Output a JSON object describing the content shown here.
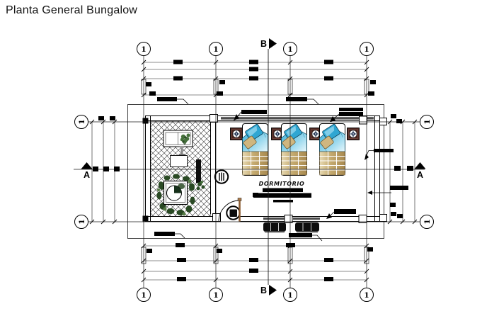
{
  "title": "Planta General Bungalow",
  "plan": {
    "room_label": "DORMITORIO",
    "markers": {
      "bubble_label": "1",
      "section_a": "A",
      "section_b": "B"
    },
    "furniture": {
      "beds": 3,
      "nightstands": 4,
      "outdoor_benches": 2,
      "planters": 2,
      "jacuzzi": 1
    },
    "colors": {
      "line_black": "#000000",
      "bed_blanket_blue": "#45b4da",
      "bed_pillow_blue": "#2fa6d2",
      "bed_pillow_tan": "#cfb67f",
      "bed_quilt_tan": "#b2935a",
      "nightstand_brown": "#4a241e",
      "foliage_green": "#2a4a24",
      "door_leaf_tan": "#8a5a30",
      "glazing_gray": "#4d4d4d"
    }
  }
}
